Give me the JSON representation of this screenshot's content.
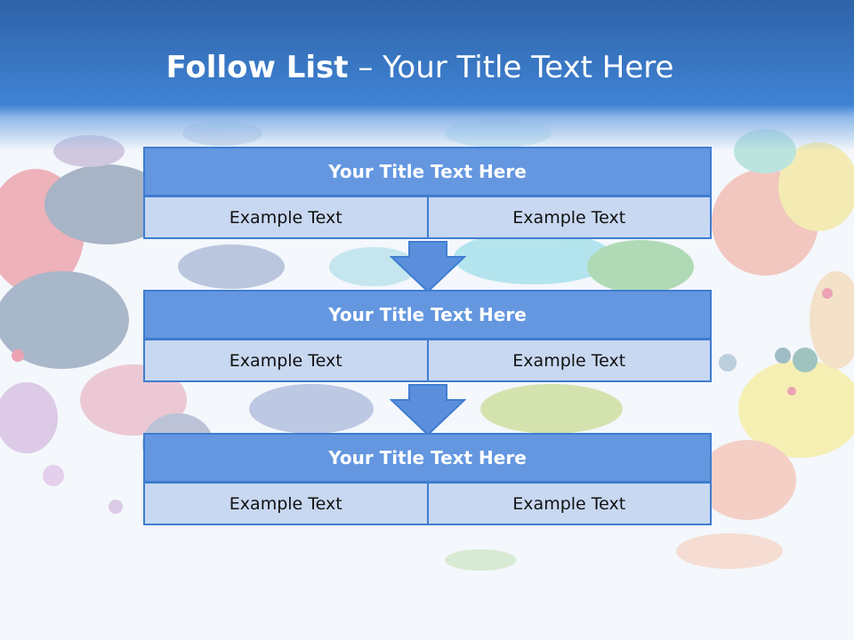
{
  "slide": {
    "title_bold": "Follow List",
    "title_rest": "– Your Title Text Here"
  },
  "blocks": [
    {
      "title": "Your Title Text Here",
      "left_text": "Example Text",
      "right_text": "Example Text"
    },
    {
      "title": "Your Title Text Here",
      "left_text": "Example Text",
      "right_text": "Example Text"
    },
    {
      "title": "Your Title Text Here",
      "left_text": "Example Text",
      "right_text": "Example Text"
    }
  ],
  "colors": {
    "header_blue": "#3f83d4",
    "box_title_fill": "#6497e0",
    "box_cell_fill": "#c8d8f1",
    "box_border": "#3f7dd0"
  }
}
